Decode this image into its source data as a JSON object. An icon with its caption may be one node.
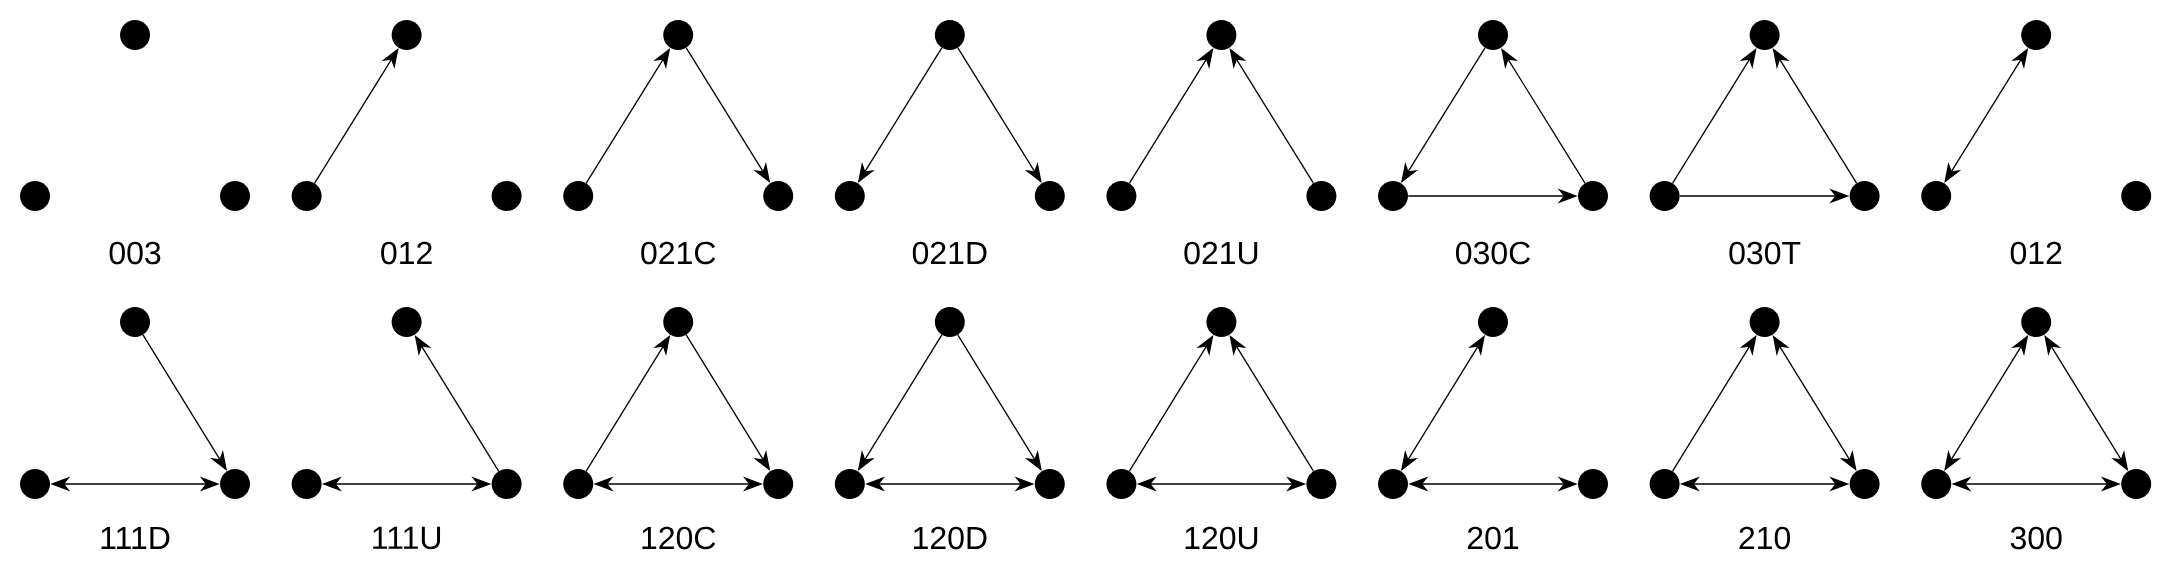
{
  "diagram": {
    "nodes": [
      {
        "text": [],
        "shape": "circle"
      },
      {
        "text": [],
        "shape": "circle"
      },
      {
        "text": [],
        "shape": "circle"
      },
      {
        "text": [],
        "shape": "circle"
      },
      {
        "text": [],
        "shape": "circle"
      },
      {
        "text": [],
        "shape": "circle"
      },
      {
        "text": [],
        "shape": "circle"
      },
      {
        "text": [],
        "shape": "circle"
      },
      {
        "text": [],
        "shape": "circle"
      },
      {
        "text": [],
        "shape": "circle"
      },
      {
        "text": [],
        "shape": "circle"
      },
      {
        "text": [],
        "shape": "circle"
      },
      {
        "text": [],
        "shape": "circle"
      },
      {
        "text": [],
        "shape": "circle"
      },
      {
        "text": [],
        "shape": "circle"
      },
      {
        "text": [],
        "shape": "circle"
      },
      {
        "text": [],
        "shape": "circle"
      },
      {
        "text": [],
        "shape": "circle"
      },
      {
        "text": [],
        "shape": "circle"
      },
      {
        "text": [],
        "shape": "circle"
      },
      {
        "text": [],
        "shape": "circle"
      },
      {
        "text": [],
        "shape": "circle"
      },
      {
        "text": [],
        "shape": "circle"
      },
      {
        "text": [],
        "shape": "circle"
      },
      {
        "text": [],
        "shape": "circle"
      },
      {
        "text": [],
        "shape": "circle"
      },
      {
        "text": [],
        "shape": "circle"
      },
      {
        "text": [],
        "shape": "circle"
      },
      {
        "text": [],
        "shape": "circle"
      },
      {
        "text": [],
        "shape": "circle"
      },
      {
        "text": [],
        "shape": "circle"
      },
      {
        "text": [],
        "shape": "circle"
      },
      {
        "text": [],
        "shape": "circle"
      },
      {
        "text": [],
        "shape": "circle"
      },
      {
        "text": [],
        "shape": "circle"
      },
      {
        "text": [],
        "shape": "circle"
      },
      {
        "text": [],
        "shape": "circle"
      },
      {
        "text": [],
        "shape": "circle"
      },
      {
        "text": [],
        "shape": "circle"
      },
      {
        "text": [],
        "shape": "circle"
      },
      {
        "text": [],
        "shape": "circle"
      },
      {
        "text": [],
        "shape": "circle"
      },
      {
        "text": [],
        "shape": "circle"
      },
      {
        "text": [],
        "shape": "circle"
      },
      {
        "text": [],
        "shape": "circle"
      },
      {
        "text": [],
        "shape": "circle"
      },
      {
        "text": [],
        "shape": "circle"
      },
      {
        "text": [],
        "shape": "circle"
      }
    ],
    "edges": [
      {
        "from": 4,
        "to": 3,
        "arrow": "to"
      },
      {
        "from": 7,
        "to": 6,
        "arrow": "to"
      },
      {
        "from": 6,
        "to": 8,
        "arrow": "to"
      },
      {
        "from": 9,
        "to": 10,
        "arrow": "to"
      },
      {
        "from": 9,
        "to": 11,
        "arrow": "to"
      },
      {
        "from": 13,
        "to": 12,
        "arrow": "to"
      },
      {
        "from": 14,
        "to": 12,
        "arrow": "to"
      },
      {
        "from": 15,
        "to": 16,
        "arrow": "to"
      },
      {
        "from": 16,
        "to": 17,
        "arrow": "to"
      },
      {
        "from": 17,
        "to": 15,
        "arrow": "to"
      },
      {
        "from": 19,
        "to": 18,
        "arrow": "to"
      },
      {
        "from": 19,
        "to": 20,
        "arrow": "to"
      },
      {
        "from": 20,
        "to": 18,
        "arrow": "to"
      },
      {
        "from": 21,
        "to": 22,
        "arrow": "both"
      },
      {
        "from": 24,
        "to": 26,
        "arrow": "to"
      },
      {
        "from": 25,
        "to": 26,
        "arrow": "both"
      },
      {
        "from": 29,
        "to": 27,
        "arrow": "to"
      },
      {
        "from": 28,
        "to": 29,
        "arrow": "both"
      },
      {
        "from": 31,
        "to": 30,
        "arrow": "to"
      },
      {
        "from": 30,
        "to": 32,
        "arrow": "to"
      },
      {
        "from": 31,
        "to": 32,
        "arrow": "both"
      },
      {
        "from": 33,
        "to": 34,
        "arrow": "to"
      },
      {
        "from": 33,
        "to": 35,
        "arrow": "to"
      },
      {
        "from": 34,
        "to": 35,
        "arrow": "both"
      },
      {
        "from": 37,
        "to": 36,
        "arrow": "to"
      },
      {
        "from": 38,
        "to": 36,
        "arrow": "to"
      },
      {
        "from": 37,
        "to": 38,
        "arrow": "both"
      },
      {
        "from": 39,
        "to": 40,
        "arrow": "both"
      },
      {
        "from": 40,
        "to": 41,
        "arrow": "both"
      },
      {
        "from": 43,
        "to": 42,
        "arrow": "to"
      },
      {
        "from": 42,
        "to": 44,
        "arrow": "both"
      },
      {
        "from": 43,
        "to": 44,
        "arrow": "both"
      },
      {
        "from": 45,
        "to": 46,
        "arrow": "both"
      },
      {
        "from": 45,
        "to": 47,
        "arrow": "both"
      },
      {
        "from": 46,
        "to": 47,
        "arrow": "both"
      }
    ],
    "labels": [
      "003",
      "012",
      "021C",
      "021D",
      "021U",
      "030C",
      "030T",
      "012",
      "111D",
      "111U",
      "120C",
      "120D",
      "120U",
      "201",
      "210",
      "300"
    ]
  }
}
